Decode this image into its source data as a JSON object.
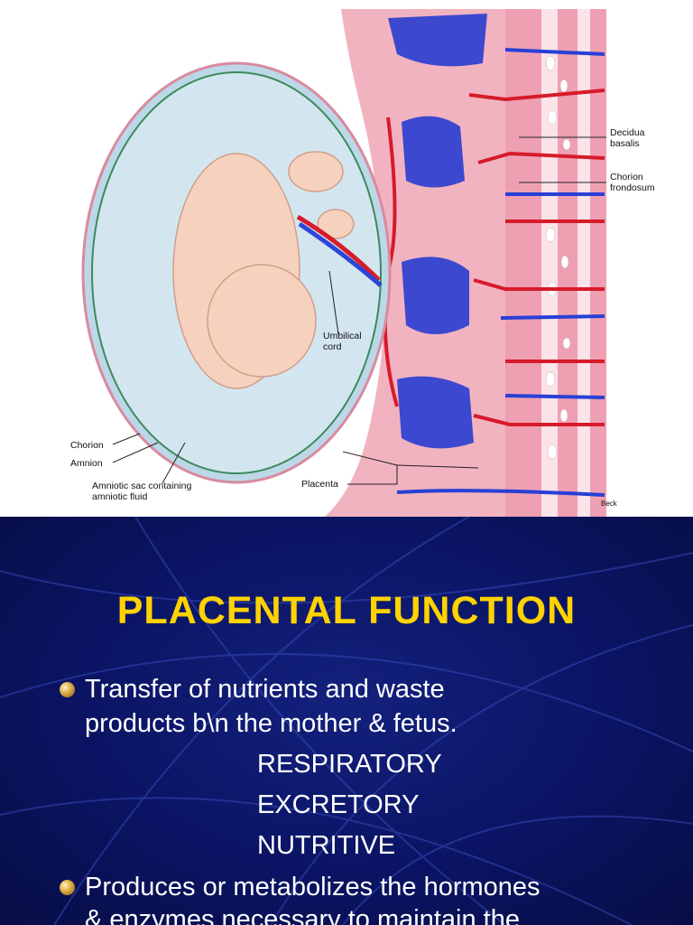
{
  "illustration": {
    "labels": {
      "decidua_basalis": "Decidua\nbasalis",
      "chorion_frondosum": "Chorion\nfrondosum",
      "umbilical_cord": "Umbilical\ncord",
      "chorion": "Chorion",
      "amnion": "Amnion",
      "amniotic_sac": "Amniotic sac containing\namniotic fluid",
      "placenta": "Placenta",
      "artist": "Beck"
    }
  },
  "slide": {
    "title": "PLACENTAL FUNCTION",
    "bullets": [
      {
        "lines": [
          "Transfer of nutrients and waste",
          "products b\\n the mother & fetus."
        ]
      },
      {
        "lines": [
          "Produces or metabolizes the hormones",
          "& enzymes necessary to maintain the"
        ]
      }
    ],
    "functions": [
      "RESPIRATORY",
      "EXCRETORY",
      "NUTRITIVE"
    ]
  },
  "colors": {
    "title": "#ffd200",
    "background": "#0b1463",
    "text": "#ffffff"
  }
}
